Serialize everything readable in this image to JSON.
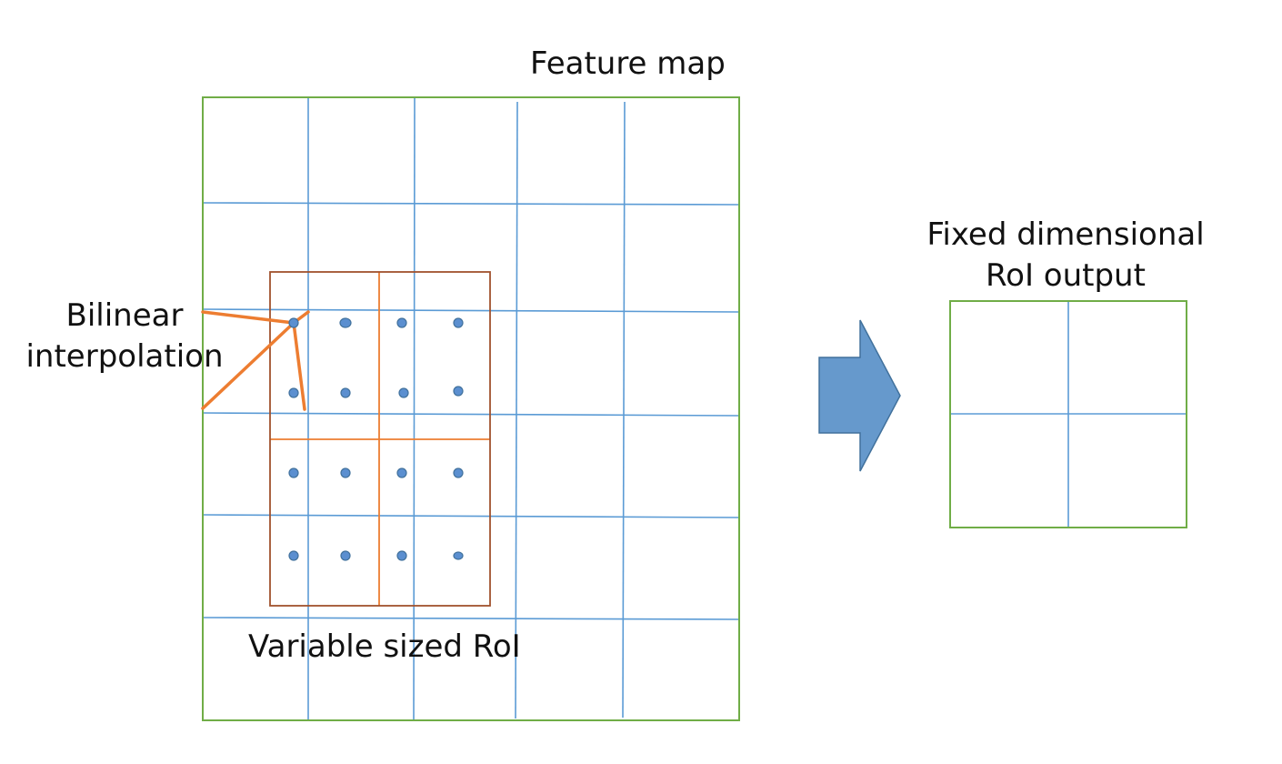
{
  "labels": {
    "feature_map": "Feature map",
    "bilinear_line1": "Bilinear",
    "bilinear_line2": "interpolation",
    "variable_roi": "Variable sized RoI",
    "fixed_line1": "Fixed dimensional",
    "fixed_line2": "RoI output"
  },
  "colors": {
    "feature_map_border": "#70AD47",
    "grid_lines": "#5B9BD5",
    "roi_border": "#A0522D",
    "roi_split_lines": "#ED7D31",
    "interpolation_lines": "#ED7D31",
    "sample_points": "#5B8FD0",
    "arrow_fill": "#6699CC",
    "output_border": "#70AD47"
  },
  "structure": {
    "feature_map_grid": "5x6",
    "roi_bins": "2x2",
    "sample_points": "4x4",
    "output_grid": "2x2"
  }
}
